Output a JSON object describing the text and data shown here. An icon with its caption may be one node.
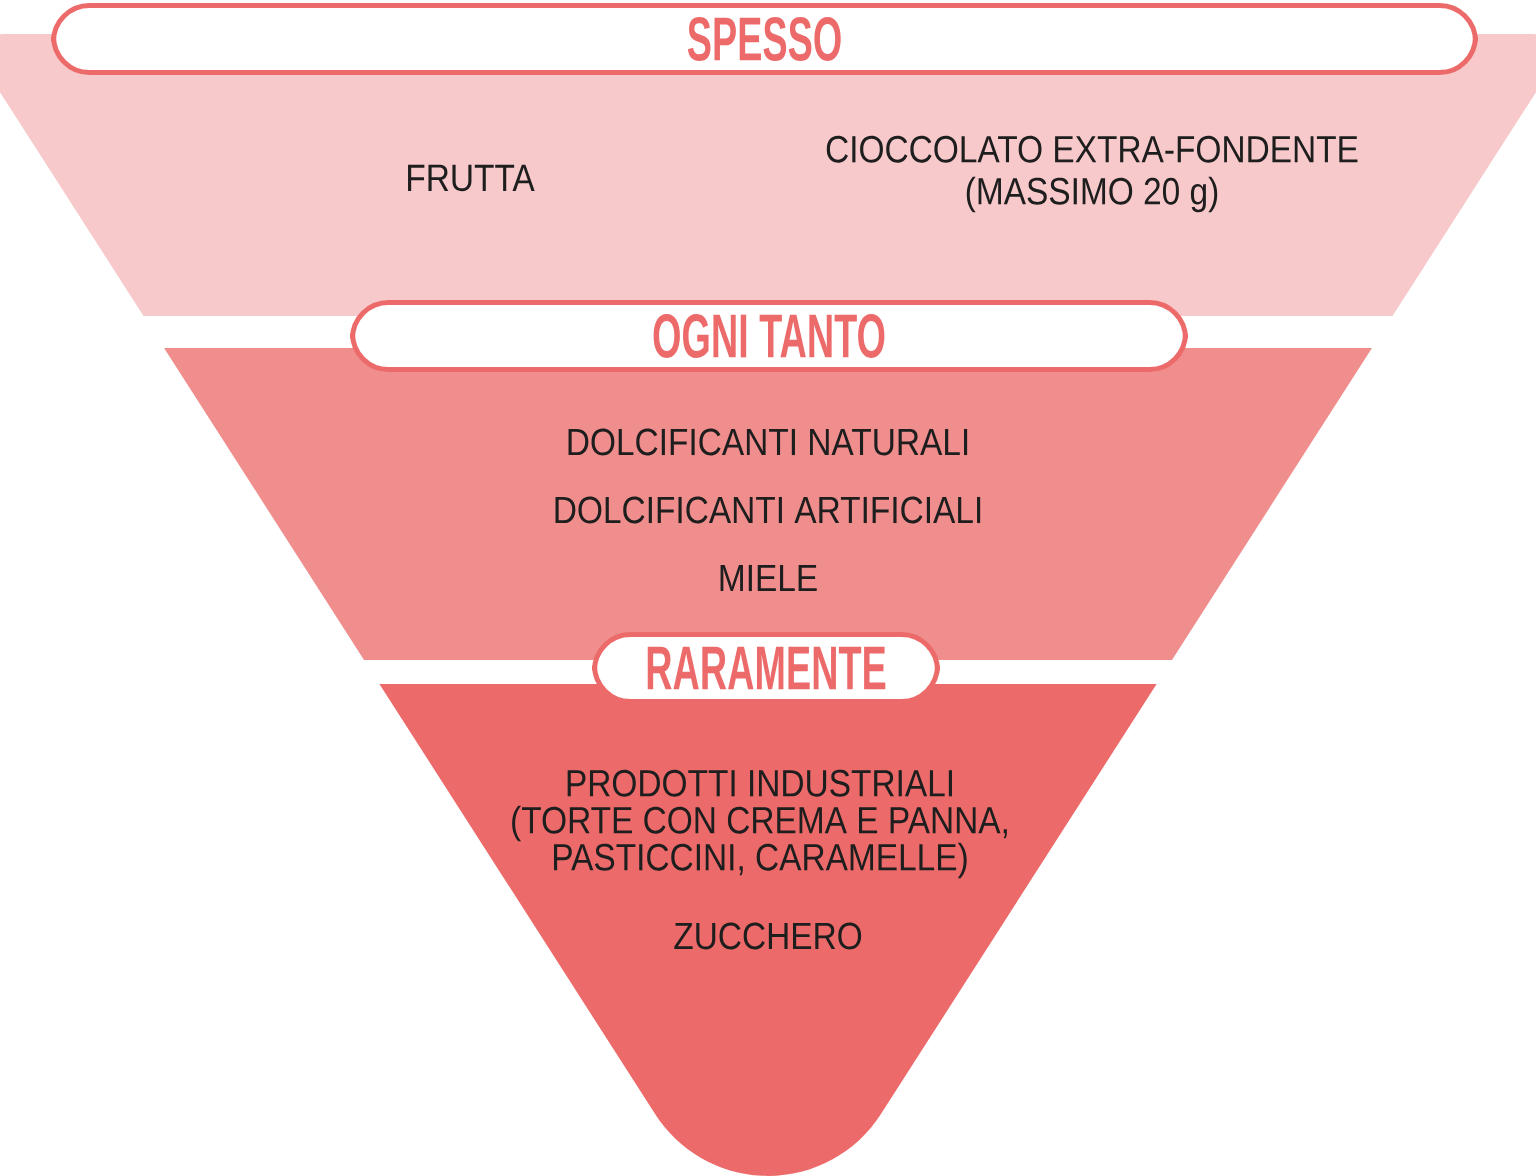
{
  "diagram": {
    "nodes": [
      {
        "text": [
          "SPESSO"
        ]
      },
      {
        "text": [
          "FRUTTA",
          "CIOCCOLATO EXTRA-FONDENTE (MASSIMO 20 g)"
        ]
      },
      {
        "text": [
          "OGNI TANTO"
        ]
      },
      {
        "text": [
          "DOLCIFICANTI NATURALI",
          "DOLCIFICANTI ARTIFICIALI",
          "MIELE"
        ]
      },
      {
        "text": [
          "RARAMENTE"
        ]
      },
      {
        "text": [
          "PRODOTTI INDUSTRIALI (TORTE CON CREMA E PANNA, PASTICCINI, CARAMELLE)",
          "ZUCCHERO"
        ]
      }
    ]
  }
}
